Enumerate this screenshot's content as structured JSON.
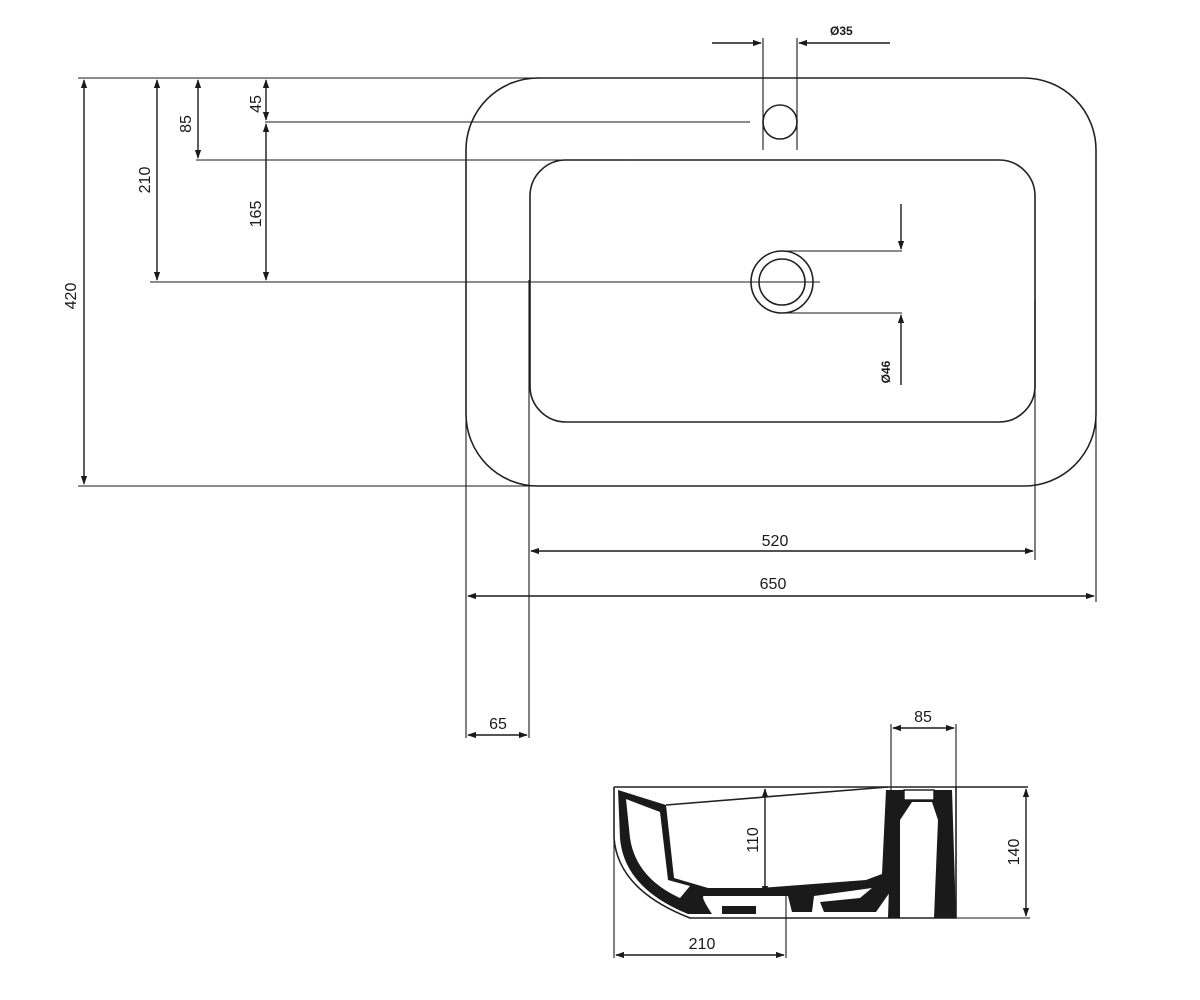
{
  "top_view": {
    "overall_width": "650",
    "inner_width": "520",
    "left_offset": "65",
    "overall_depth": "420",
    "drain_offset": "210",
    "tap_hole_offset": "45",
    "basin_edge_offset": "85",
    "tap_to_drain": "165",
    "tap_hole_diameter": "Ø35",
    "drain_diameter": "Ø46"
  },
  "side_view": {
    "tap_deck_width": "85",
    "basin_depth": "110",
    "total_height": "140",
    "drain_to_front": "210"
  }
}
